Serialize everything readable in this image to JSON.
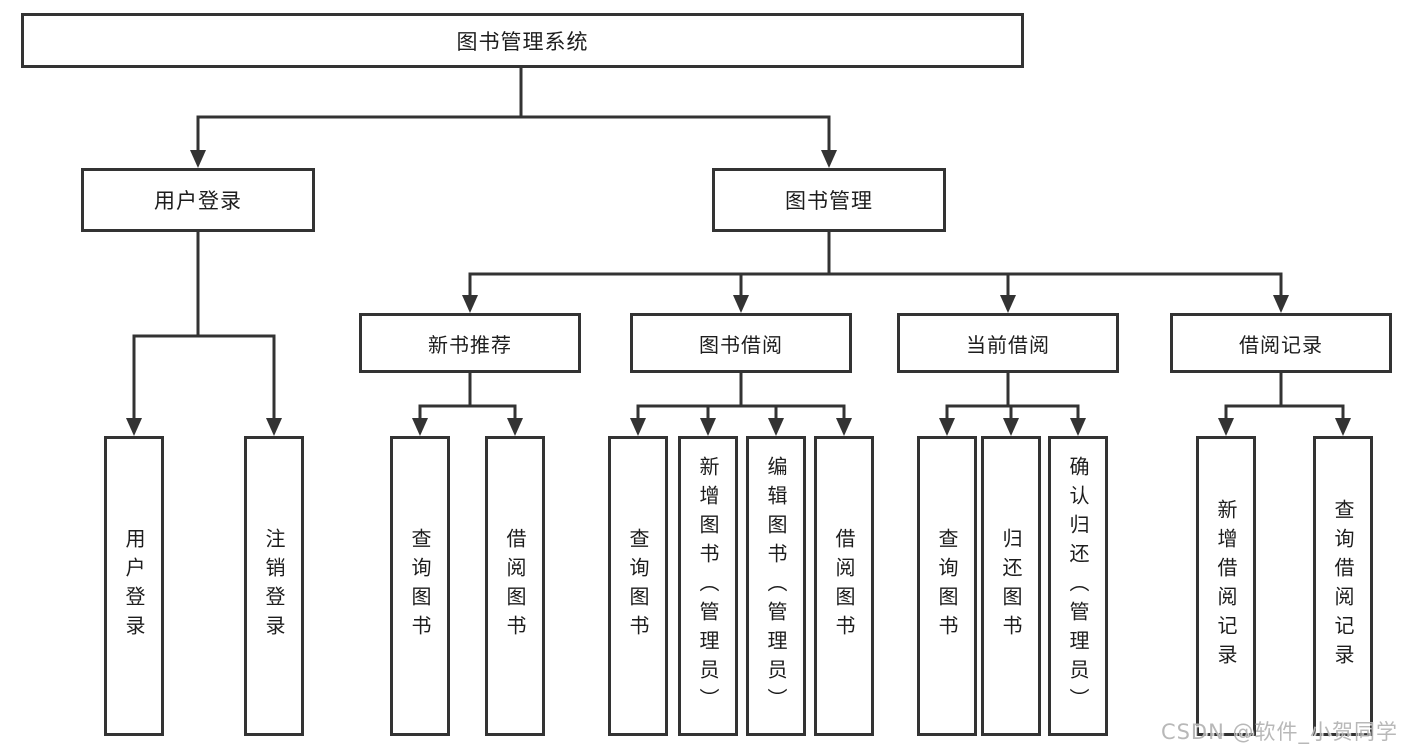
{
  "diagram": {
    "root": {
      "label": "图书管理系统"
    },
    "level2": [
      {
        "id": "user-login",
        "label": "用户登录"
      },
      {
        "id": "book-management",
        "label": "图书管理"
      }
    ],
    "level3": [
      {
        "id": "new-book-recommend",
        "label": "新书推荐"
      },
      {
        "id": "book-borrow",
        "label": "图书借阅"
      },
      {
        "id": "current-borrow",
        "label": "当前借阅"
      },
      {
        "id": "borrow-records",
        "label": "借阅记录"
      }
    ],
    "leaves": {
      "user_login": [
        {
          "label": "用户登录"
        },
        {
          "label": "注销登录"
        }
      ],
      "new_book": [
        {
          "label": "查询图书"
        },
        {
          "label": "借阅图书"
        }
      ],
      "book_borrow": [
        {
          "label": "查询图书"
        },
        {
          "label": "新增图书（管理员）"
        },
        {
          "label": "编辑图书（管理员）"
        },
        {
          "label": "借阅图书"
        }
      ],
      "current_borrow": [
        {
          "label": "查询图书"
        },
        {
          "label": "归还图书"
        },
        {
          "label": "确认归还（管理员）"
        }
      ],
      "borrow_records": [
        {
          "label": "新增借阅记录"
        },
        {
          "label": "查询借阅记录"
        }
      ]
    },
    "watermark": "CSDN @软件_小贺同学",
    "colors": {
      "line": "#333333",
      "text": "#1d1d1d",
      "watermark": "#b5b5b5",
      "background": "#ffffff"
    }
  }
}
